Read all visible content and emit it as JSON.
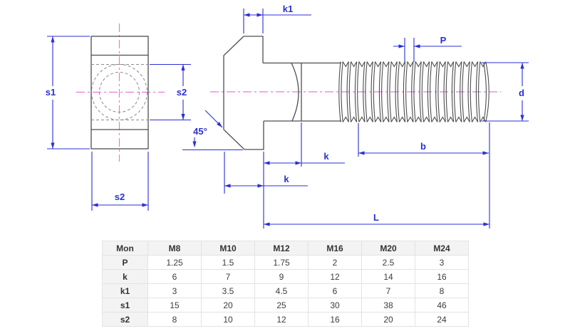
{
  "diagram": {
    "labels": {
      "s1": "s1",
      "s2_side": "s2",
      "s2_bottom": "s2",
      "k1": "k1",
      "p": "P",
      "angle": "45°",
      "b": "b",
      "k_neck": "k",
      "k_head": "k",
      "length": "L",
      "d": "d"
    }
  },
  "colors": {
    "dimension_blue": "#2b2fd4",
    "centerline_magenta": "#e879dd",
    "outline_gray": "#4d4d4d",
    "hidden_gray": "#8a8a8a",
    "table_border": "#e3e3e3",
    "table_header_bg": "#f3f3f3"
  },
  "table": {
    "columns": [
      "Mon",
      "M8",
      "M10",
      "M12",
      "M16",
      "M20",
      "M24"
    ],
    "rows": [
      {
        "label": "P",
        "values": [
          "1.25",
          "1.5",
          "1.75",
          "2",
          "2.5",
          "3"
        ]
      },
      {
        "label": "k",
        "values": [
          "6",
          "7",
          "9",
          "12",
          "14",
          "16"
        ]
      },
      {
        "label": "k1",
        "values": [
          "3",
          "3.5",
          "4.5",
          "6",
          "7",
          "8"
        ]
      },
      {
        "label": "s1",
        "values": [
          "15",
          "20",
          "25",
          "30",
          "38",
          "46"
        ]
      },
      {
        "label": "s2",
        "values": [
          "8",
          "10",
          "12",
          "16",
          "20",
          "24"
        ]
      }
    ]
  }
}
